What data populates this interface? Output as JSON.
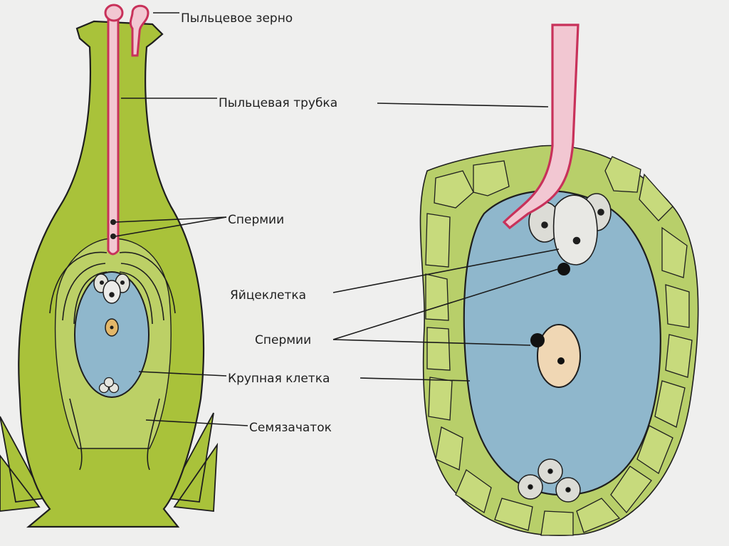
{
  "labels": {
    "pollen_grain": "Пыльцевое зерно",
    "pollen_tube": "Пыльцевая трубка",
    "sperm_top": "Спермии",
    "egg_cell": "Яйцеклетка",
    "sperm_bottom": "Спермии",
    "large_cell": "Крупная клетка",
    "ovule": "Семязачаток"
  },
  "colors": {
    "background": "#efefee",
    "pistil_green": "#a9c23a",
    "tissue_light": "#c7da7c",
    "embryo_sac_blue": "#8fb7cc",
    "pollen_tube_red": "#c8315a",
    "pollen_tube_pink": "#f2c7d2",
    "central_cell": "#f0d7b4"
  }
}
